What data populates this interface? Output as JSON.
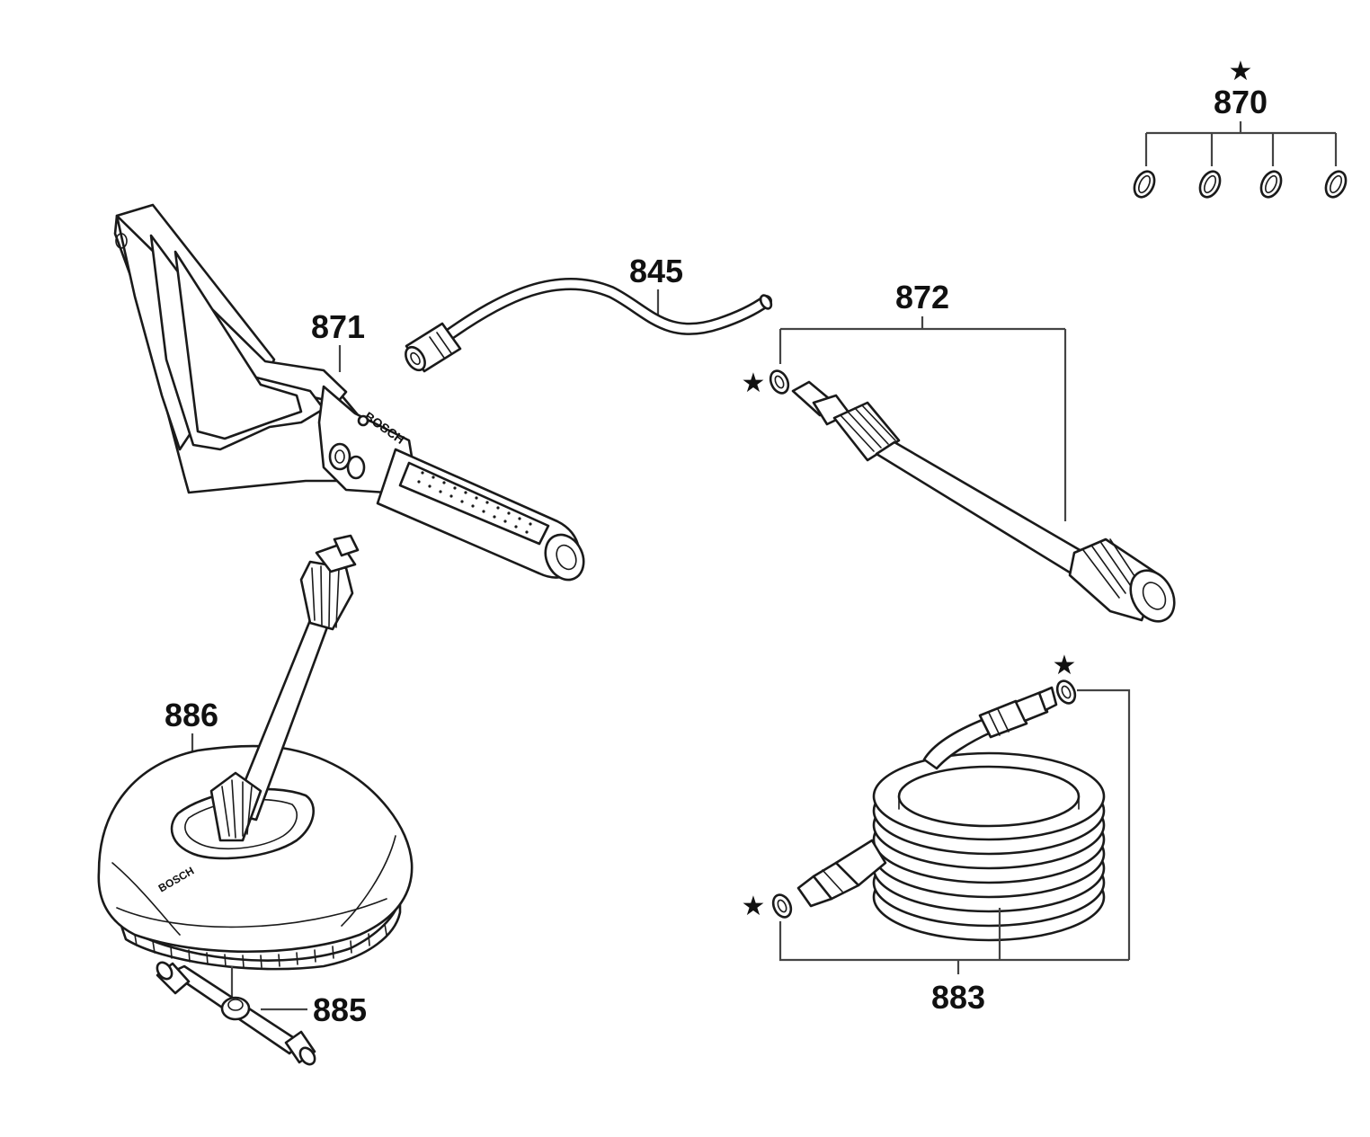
{
  "parts": {
    "p870": {
      "number": "870",
      "marker": "★"
    },
    "p845": {
      "number": "845"
    },
    "p872": {
      "number": "872",
      "marker": "★"
    },
    "p871": {
      "number": "871"
    },
    "p886": {
      "number": "886"
    },
    "p885": {
      "number": "885"
    },
    "p883": {
      "number": "883",
      "marker_a": "★",
      "marker_b": "★"
    }
  },
  "logos": {
    "gun_brand": "BOSCH",
    "cleaner_brand": "BOSCH"
  }
}
